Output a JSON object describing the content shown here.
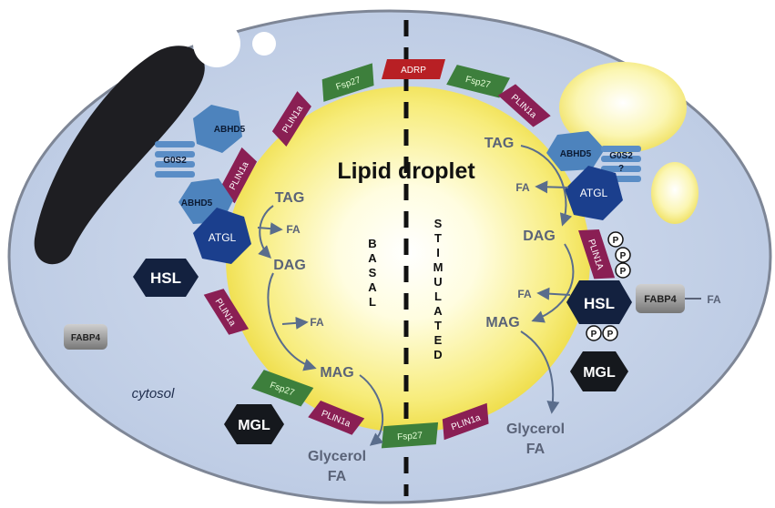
{
  "title": "Lipid droplet",
  "condition_labels": {
    "basal": [
      "B",
      "A",
      "S",
      "A",
      "L"
    ],
    "stimulated": [
      "S",
      "T",
      "I",
      "M",
      "U",
      "L",
      "A",
      "T",
      "E",
      "D"
    ]
  },
  "compartment_label": "cytosol",
  "basal": {
    "metabolites": {
      "tag": "TAG",
      "dag": "DAG",
      "mag": "MAG",
      "fa1": "FA",
      "fa2": "FA",
      "glycerol": "Glycerol",
      "fa_out": "FA"
    },
    "proteins": {
      "abhd5_top": "ABHD5",
      "abhd5_mid": "ABHD5",
      "g0s2": "G0S2",
      "atgl": "ATGL",
      "hsl": "HSL",
      "mgl": "MGL",
      "fabp4": "FABP4",
      "plin1a_top": "PLIN1a",
      "plin1a_left": "PLIN1a",
      "plin1a_lower": "PLIN1a",
      "plin1a_bottom": "PLIN1a",
      "fsp27_top": "Fsp27",
      "fsp27_bottom": "Fsp27"
    }
  },
  "center": {
    "adrp": "ADRP",
    "fsp27_bottom": "Fsp27"
  },
  "stimulated": {
    "metabolites": {
      "tag": "TAG",
      "dag": "DAG",
      "mag": "MAG",
      "fa1": "FA",
      "fa2": "FA",
      "glycerol": "Glycerol",
      "fa_out": "FA",
      "fa_fabp": "FA"
    },
    "proteins": {
      "abhd5": "ABHD5",
      "g0s2": "G0S2",
      "g0s2_q": "?",
      "atgl": "ATGL",
      "hsl": "HSL",
      "mgl": "MGL",
      "fabp4": "FABP4",
      "plin1a_top": "PLIN1a",
      "plin1a_right": "PLIN1A",
      "plin1a_bottom": "PLIN1a",
      "fsp27_top": "Fsp27"
    },
    "phospho": "P"
  },
  "colors": {
    "cell": "#c9d5ea",
    "droplet": "#f2e85a",
    "plin": "#8a1f54",
    "fsp27": "#3d7f3c",
    "adrp": "#b81f24",
    "enzyme_dark": "#13213f",
    "atgl": "#1b3f8d",
    "abhd5": "#4d83bd",
    "g0s2": "#5a8dc6",
    "mgl": "#15181d",
    "fabp4": "#8b8b8b",
    "metabolite": "#5a6378",
    "arrow": "#5a6d8c"
  }
}
